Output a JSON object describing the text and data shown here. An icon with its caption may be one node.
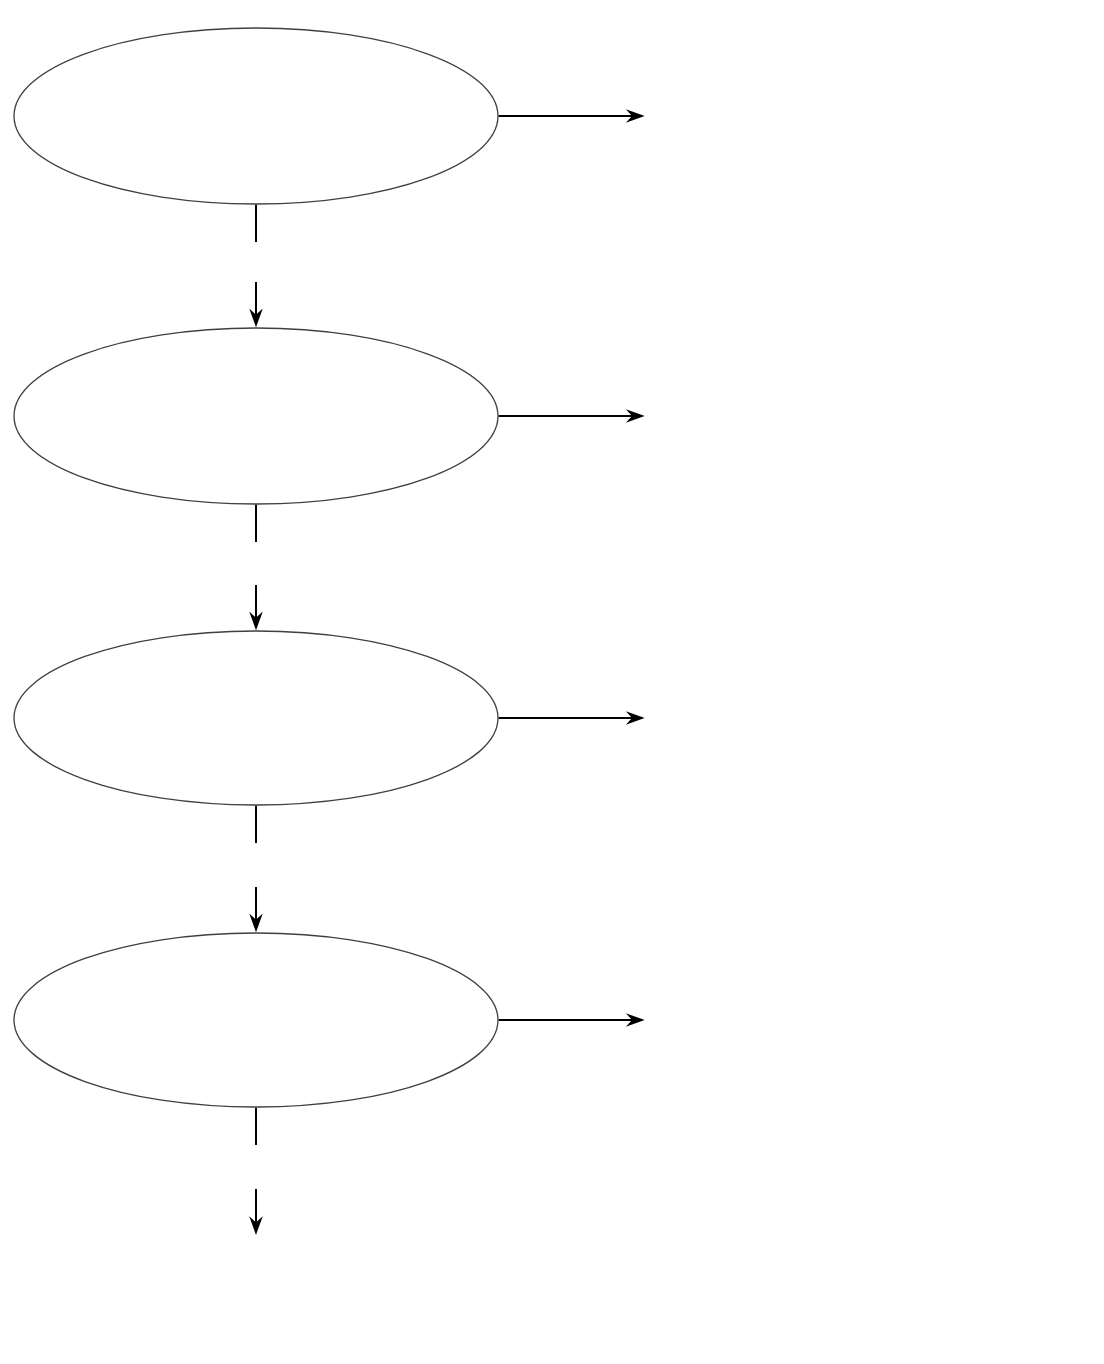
{
  "diagram": {
    "nodes": [
      {
        "text": [],
        "shape": "ellipse"
      },
      {
        "text": [],
        "shape": "ellipse"
      },
      {
        "text": [],
        "shape": "ellipse"
      },
      {
        "text": [],
        "shape": "ellipse"
      }
    ],
    "edges": [
      {
        "from": 0,
        "to": null,
        "arrow": "to"
      },
      {
        "from": 0,
        "to": null,
        "arrow": "none"
      },
      {
        "from": null,
        "to": 1,
        "arrow": "to"
      },
      {
        "from": 1,
        "to": null,
        "arrow": "to"
      },
      {
        "from": 1,
        "to": null,
        "arrow": "none"
      },
      {
        "from": null,
        "to": 2,
        "arrow": "to"
      },
      {
        "from": 2,
        "to": null,
        "arrow": "to"
      },
      {
        "from": 2,
        "to": null,
        "arrow": "none"
      },
      {
        "from": null,
        "to": 3,
        "arrow": "to"
      },
      {
        "from": 3,
        "to": null,
        "arrow": "to"
      },
      {
        "from": 3,
        "to": null,
        "arrow": "to"
      }
    ]
  }
}
